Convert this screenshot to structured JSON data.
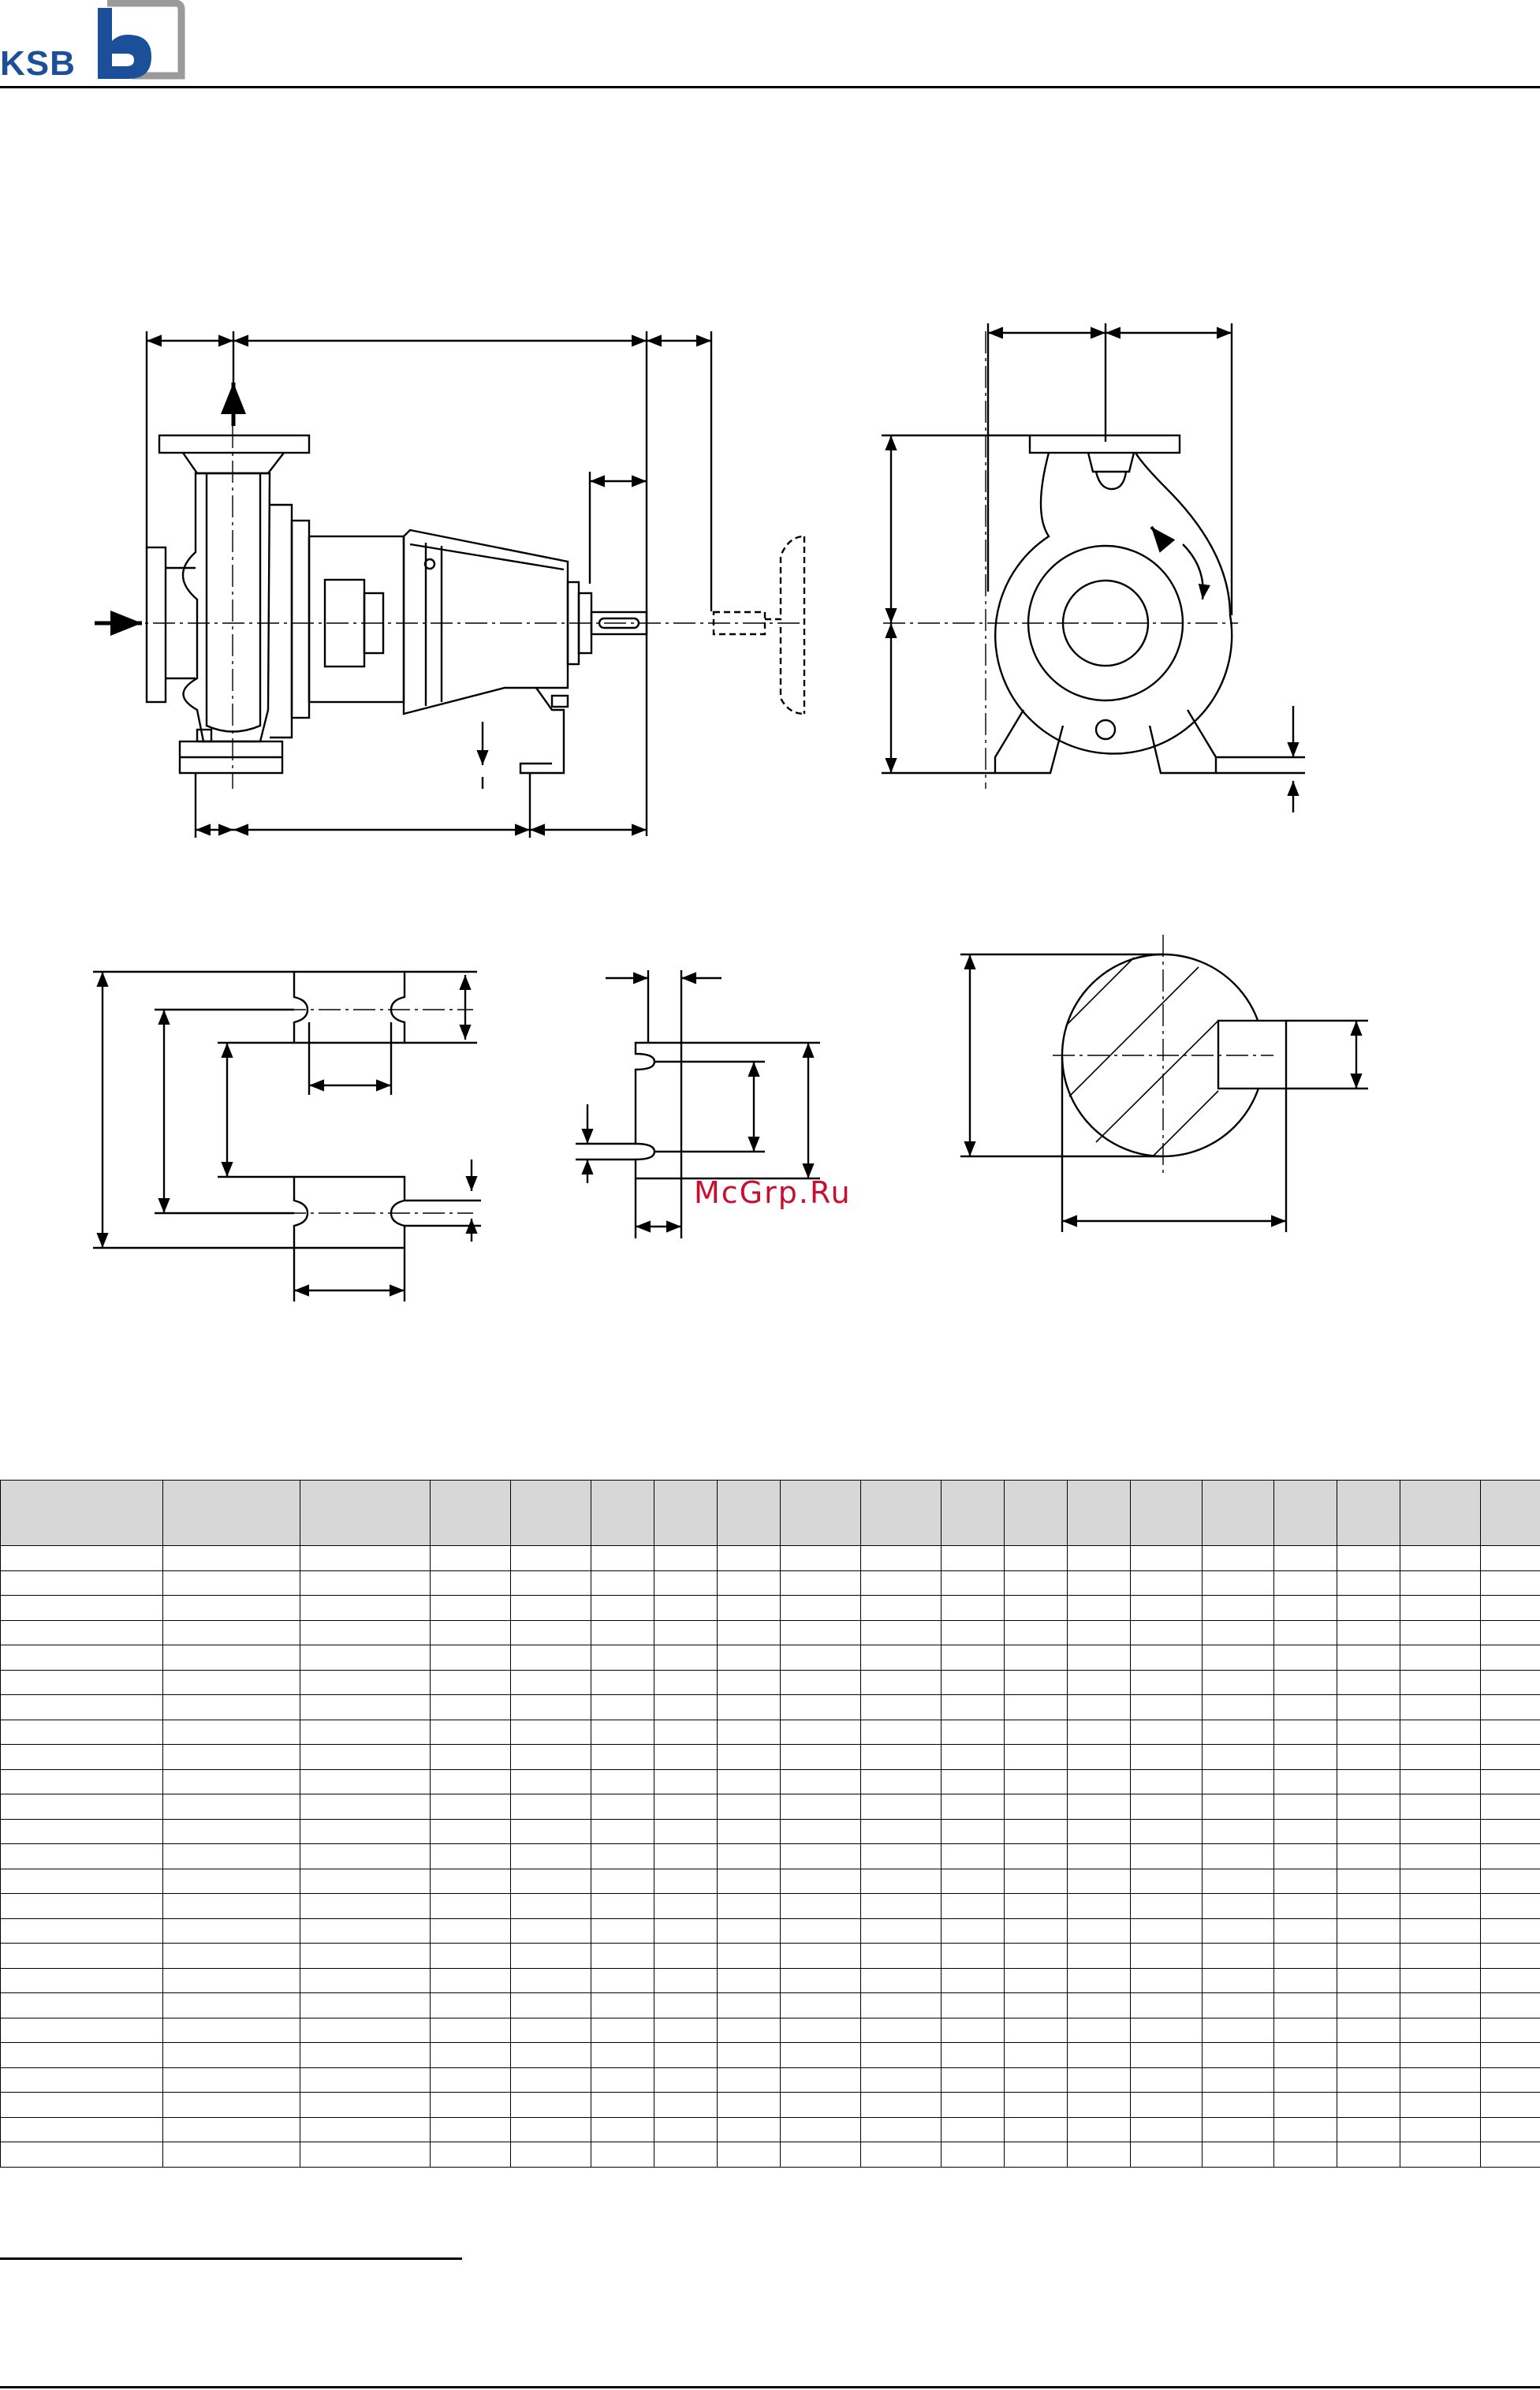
{
  "brand": {
    "name": "KSB",
    "color_blue": "#1b4f9a",
    "color_grey": "#9a9a9a",
    "logo": "ksb-logo"
  },
  "watermark": {
    "text": "McGrp.Ru",
    "color": "#c8102e"
  },
  "table": {
    "column_count": 19,
    "row_count": 25,
    "header_fill": "#d7d7d7"
  }
}
